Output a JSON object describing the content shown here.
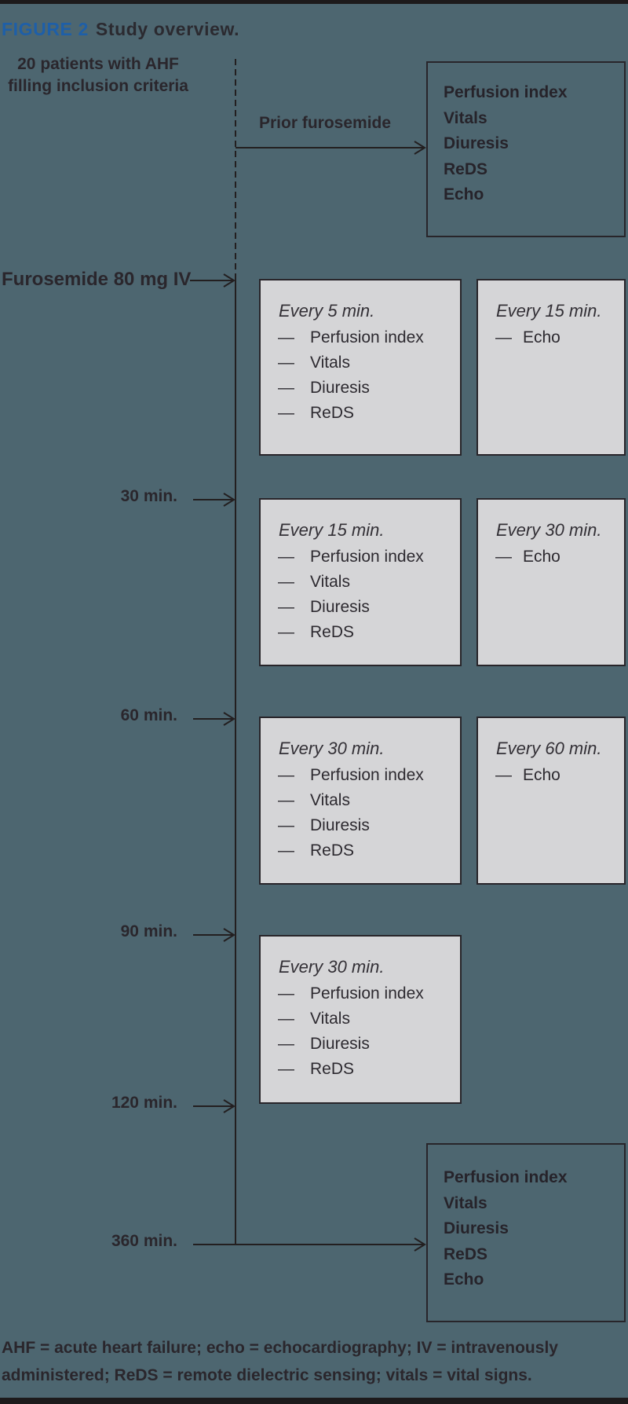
{
  "figure_label": "FIGURE 2",
  "figure_title": "Study overview.",
  "intro": {
    "line1": "20 patients with AHF",
    "line2": "filling inclusion criteria"
  },
  "labels": {
    "prior": "Prior furosemide",
    "intervention": "Furosemide 80 mg IV",
    "times": [
      "30 min.",
      "60 min.",
      "90 min.",
      "120 min.",
      "360 min."
    ]
  },
  "baseline_box": {
    "items": [
      "Perfusion index",
      "Vitals",
      "Diuresis",
      "ReDS",
      "Echo"
    ]
  },
  "final_box": {
    "items": [
      "Perfusion index",
      "Vitals",
      "Diuresis",
      "ReDS",
      "Echo"
    ]
  },
  "rows": [
    {
      "left": {
        "header": "Every 5 min.",
        "items": [
          "Perfusion index",
          "Vitals",
          "Diuresis",
          "ReDS"
        ]
      },
      "right": {
        "header": "Every 15 min.",
        "items": [
          "Echo"
        ]
      }
    },
    {
      "left": {
        "header": "Every 15 min.",
        "items": [
          "Perfusion index",
          "Vitals",
          "Diuresis",
          "ReDS"
        ]
      },
      "right": {
        "header": "Every 30 min.",
        "items": [
          "Echo"
        ]
      }
    },
    {
      "left": {
        "header": "Every 30 min.",
        "items": [
          "Perfusion index",
          "Vitals",
          "Diuresis",
          "ReDS"
        ]
      },
      "right": {
        "header": "Every 60 min.",
        "items": [
          "Echo"
        ]
      }
    },
    {
      "left": {
        "header": "Every 30 min.",
        "items": [
          "Perfusion index",
          "Vitals",
          "Diuresis",
          "ReDS"
        ]
      }
    }
  ],
  "footnote": {
    "line1": "AHF = acute heart failure; echo = echocardiography; IV = intravenously",
    "line2": "administered; ReDS = remote dielectric sensing; vitals = vital signs."
  },
  "glyphs": {
    "dash": "—"
  },
  "colors": {
    "background": "#4d6670",
    "box_fill": "#d5d5d7",
    "line": "#231f20",
    "figure_label_blue": "#1e5fa8"
  }
}
